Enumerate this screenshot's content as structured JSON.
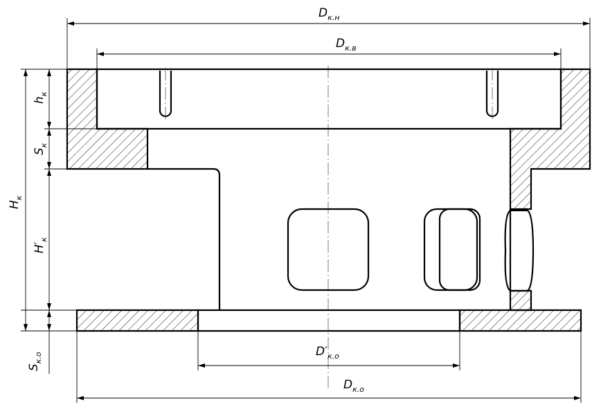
{
  "dimensions": {
    "outer_diameter": {
      "main": "D",
      "sub": "к.н"
    },
    "inner_diameter": {
      "main": "D",
      "sub": "к.в"
    },
    "total_height": {
      "main": "H",
      "sub": "к"
    },
    "top_height": {
      "main": "h",
      "sub": "к"
    },
    "wall_thickness": {
      "main": "S",
      "sub": "к"
    },
    "inner_height": {
      "main": "H′",
      "sub": "к"
    },
    "bottom_thickness": {
      "main": "S",
      "sub": "к.о"
    },
    "bottom_inner_diameter": {
      "main": "D′",
      "sub": "к.о"
    },
    "bottom_diameter": {
      "main": "D",
      "sub": "к.о"
    }
  }
}
